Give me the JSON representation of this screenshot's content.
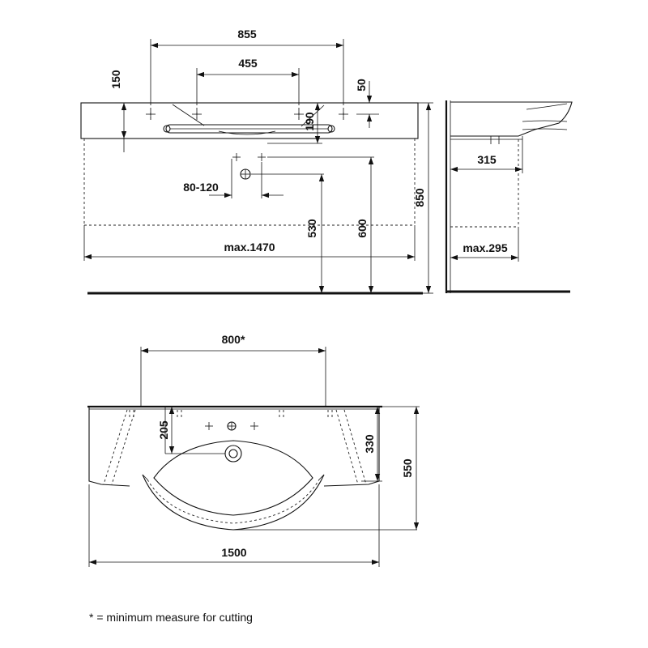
{
  "front_view": {
    "dim_855": "855",
    "dim_455": "455",
    "dim_150": "150",
    "dim_50": "50",
    "dim_190": "190",
    "dim_80_120": "80-120",
    "dim_530": "530",
    "dim_600": "600",
    "dim_850": "850",
    "dim_max1470": "max.1470"
  },
  "side_view": {
    "dim_315": "315",
    "dim_max295": "max.295"
  },
  "top_view": {
    "dim_800": "800*",
    "dim_205": "205",
    "dim_330": "330",
    "dim_550": "550",
    "dim_1500": "1500"
  },
  "footnote": "* = minimum measure for cutting"
}
